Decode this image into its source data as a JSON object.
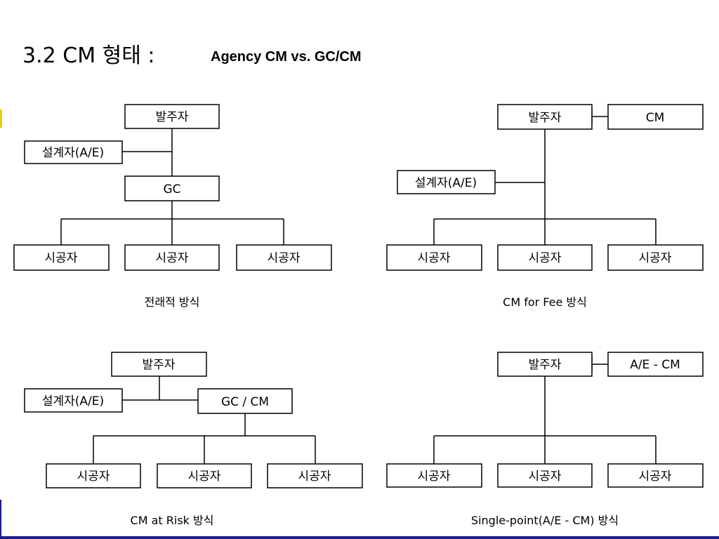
{
  "slide": {
    "title": "3.2 CM 형태 :",
    "subtitle": "Agency CM  vs. GC/CM"
  },
  "diagrams": {
    "traditional": {
      "owner": "발주자",
      "designer": "설계자(A/E)",
      "gc": "GC",
      "contractors": [
        "시공자",
        "시공자",
        "시공자"
      ],
      "caption": "전래적 방식"
    },
    "cm_for_fee": {
      "owner": "발주자",
      "cm": "CM",
      "designer": "설계자(A/E)",
      "contractors": [
        "시공자",
        "시공자",
        "시공자"
      ],
      "caption": "CM  for Fee 방식"
    },
    "cm_at_risk": {
      "owner": "발주자",
      "designer": "설계자(A/E)",
      "gc_cm": "GC / CM",
      "contractors": [
        "시공자",
        "시공자",
        "시공자"
      ],
      "caption": "CM  at Risk 방식"
    },
    "single_point": {
      "owner": "발주자",
      "ae_cm": "A/E - CM",
      "contractors": [
        "시공자",
        "시공자",
        "시공자"
      ],
      "caption": "Single-point(A/E - CM) 방식"
    }
  },
  "colors": {
    "accent_yellow": "#e8d000",
    "accent_navy": "#1c1c8c"
  }
}
